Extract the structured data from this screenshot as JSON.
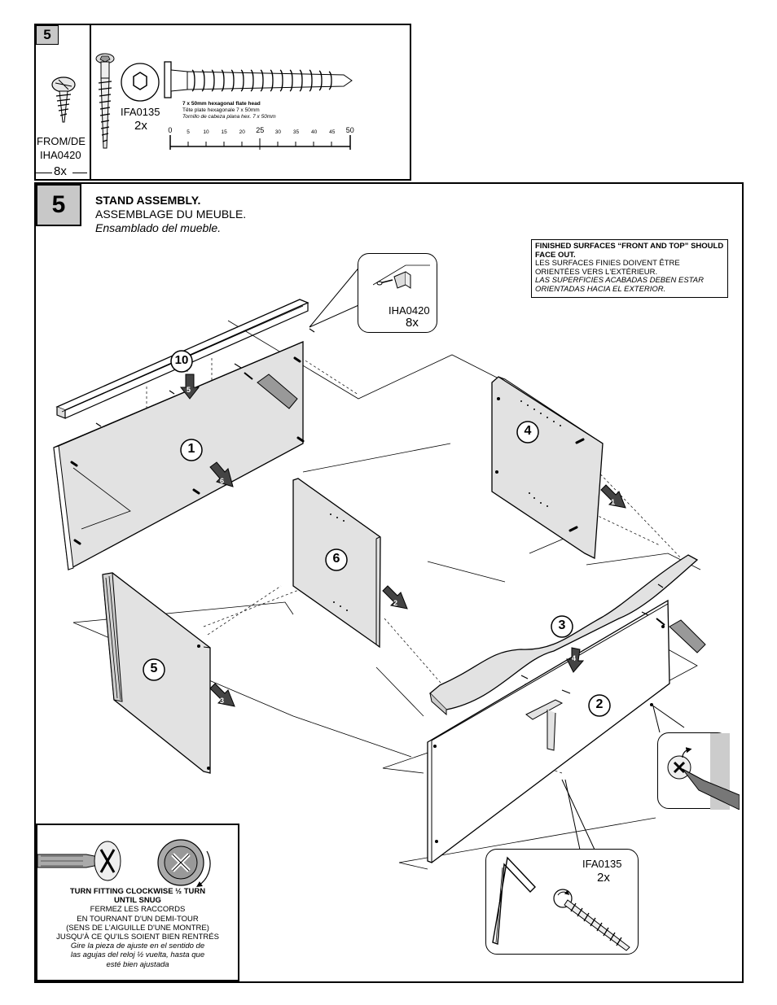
{
  "hardware_header": {
    "step_number": "5",
    "screw_from": "FROM/DE",
    "screw_code": "IHA0420",
    "screw_qty": "8x",
    "bolt_code": "IFA0135",
    "bolt_qty": "2x",
    "bolt_desc_en": "7 x 50mm hexagonal flate head",
    "bolt_desc_fr": "Tête plate hexagonale 7 x 50mm",
    "bolt_desc_es": "Tornillo de cabeza plana hex. 7 x 50mm",
    "ruler_ticks": [
      "0",
      "5",
      "10",
      "15",
      "20",
      "25",
      "30",
      "35",
      "40",
      "45",
      "50"
    ]
  },
  "step": {
    "number": "5",
    "title_en": "STAND ASSEMBLY.",
    "title_fr": "ASSEMBLAGE DU MEUBLE.",
    "title_es": "Ensamblado del mueble."
  },
  "finish_note": {
    "line_en": "FINISHED SURFACES “FRONT AND TOP” SHOULD FACE OUT.",
    "line_fr": "LES SURFACES FINIES DOIVENT ÊTRE ORIENTÉES VERS L'EXTÉRIEUR.",
    "line_es": "LAS SUPERFICIES ACABADAS DEBEN ESTAR ORIENTADAS HACIA EL EXTERIOR."
  },
  "screw_callout": {
    "code": "IHA0420",
    "qty": "8x"
  },
  "bolt_callout": {
    "code": "IFA0135",
    "qty": "2x"
  },
  "part_labels": {
    "p1": "1",
    "p2": "2",
    "p3": "3",
    "p4": "4",
    "p5": "5",
    "p6": "6",
    "p10": "10"
  },
  "arrow_labels": [
    "5",
    "6",
    "1",
    "2",
    "3",
    "4"
  ],
  "turn_instructions": {
    "en_1": "TURN FITTING CLOCKWISE ½ TURN",
    "en_2": "UNTIL SNUG",
    "fr_1": "FERMEZ LES RACCORDS",
    "fr_2": "EN TOURNANT D'UN DEMI-TOUR",
    "fr_3": "(SENS DE L'AIGUILLE D'UNE MONTRE)",
    "fr_4": "JUSQU'À CE QU'ILS SOIENT BIEN  RENTRÉS",
    "es_1": "Gire la pieza de ajuste en el sentido de",
    "es_2": "las agujas del reloj ½ vuelta, hasta que",
    "es_3": "esté bien ajustada"
  }
}
